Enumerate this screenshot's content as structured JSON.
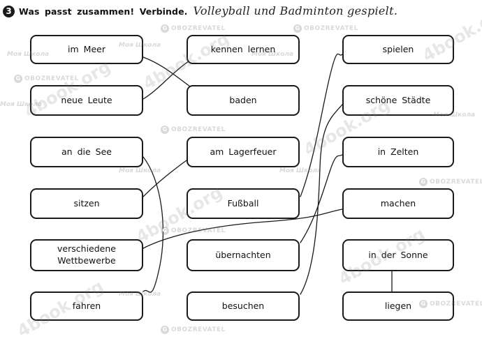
{
  "exercise": {
    "number": "3",
    "instruction": "Was passt zusammen! Verbinde.",
    "handwritten_answer": "Volleyball und Badminton gespielt."
  },
  "column_1": [
    "im Meer",
    "neue Leute",
    "an die See",
    "sitzen",
    "verschiedene\nWettbewerbe",
    "fahren"
  ],
  "column_2": [
    "kennen lernen",
    "baden",
    "am Lagerfeuer",
    "Fußball",
    "übernachten",
    "besuchen"
  ],
  "column_3": [
    "spielen",
    "schöne Städte",
    "in Zelten",
    "machen",
    "in der Sonne",
    "liegen"
  ],
  "watermarks": {
    "site": "4book.org",
    "publisher": "Моя Школа",
    "media": "OBOZREVATEL"
  },
  "colors": {
    "ink": "#1a1a1a",
    "watermark": "#787878"
  }
}
